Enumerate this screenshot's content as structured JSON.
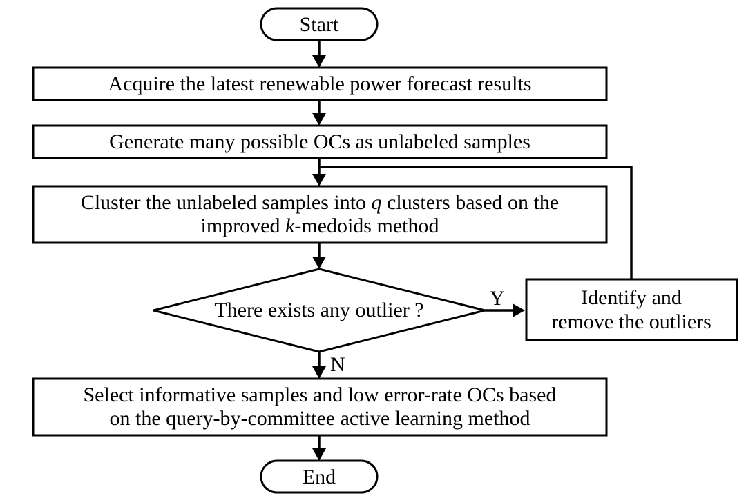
{
  "nodes": {
    "start": "Start",
    "acquire": "Acquire the latest renewable power forecast results",
    "generate": "Generate many possible OCs as unlabeled samples",
    "cluster_line1_a": "Cluster the unlabeled samples into ",
    "cluster_line1_var": "q",
    "cluster_line1_b": " clusters based on the",
    "cluster_line2_a": "improved ",
    "cluster_line2_var": "k",
    "cluster_line2_b": "-medoids method",
    "decision": "There exists any outlier ?",
    "remove_line1": "Identify and",
    "remove_line2": "remove the outliers",
    "select_line1": "Select informative samples and low error-rate OCs based",
    "select_line2": "on the query-by-committee active learning method",
    "end": "End"
  },
  "edges": {
    "yes_label": "Y",
    "no_label": "N"
  }
}
